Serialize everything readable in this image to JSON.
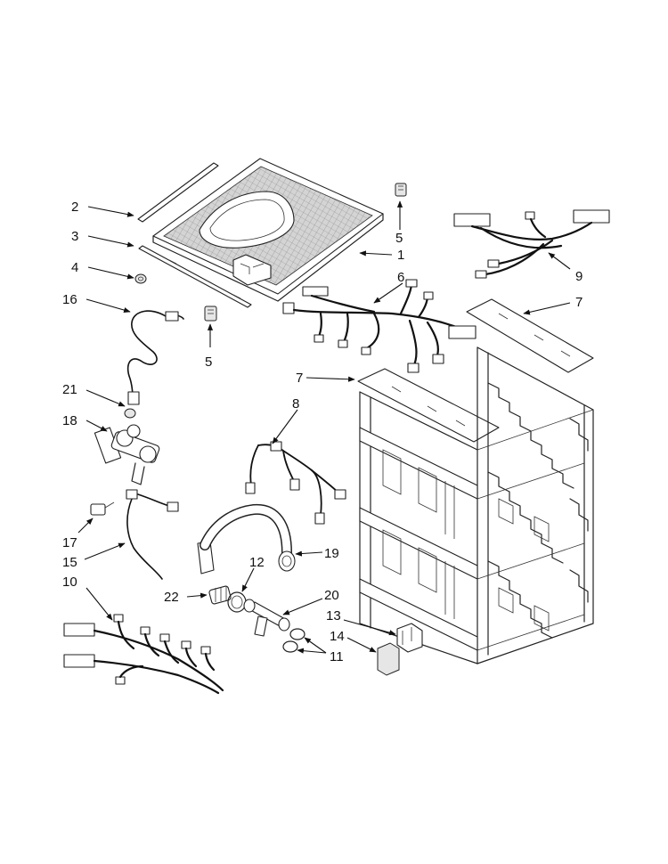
{
  "callouts": [
    "2",
    "3",
    "4",
    "16",
    "21",
    "18",
    "17",
    "15",
    "10",
    "5",
    "5",
    "1",
    "6",
    "9",
    "7",
    "7",
    "8",
    "12",
    "22",
    "19",
    "20",
    "13",
    "14",
    "11"
  ],
  "colors": {
    "line": "#111111",
    "background": "#ffffff",
    "mesh": "#d8d8d8"
  }
}
